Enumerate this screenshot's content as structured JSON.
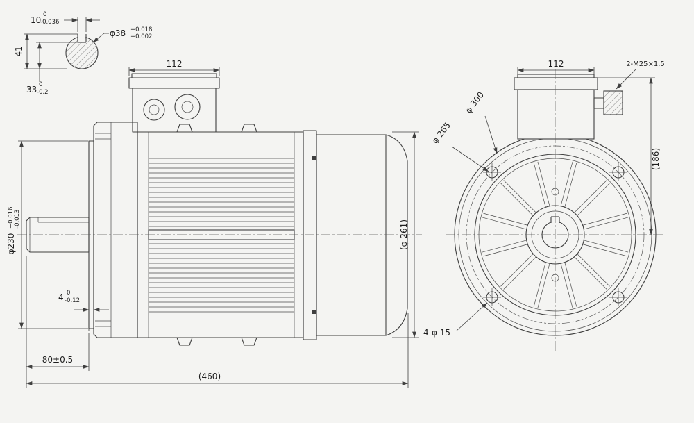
{
  "palette": {
    "background": "#f4f4f2",
    "ink": "#3f3f3f"
  },
  "detail_view": {
    "key_width": {
      "nom": "10",
      "up": "0",
      "low": "-0.036"
    },
    "shaft_dia": {
      "nom": "φ38",
      "up": "+0.018",
      "low": "+0.002"
    },
    "height_over_key": "41",
    "depth_to_flat": {
      "nom": "33",
      "up": "0",
      "low": "-0.2"
    }
  },
  "side_view": {
    "terminal_box_width": "112",
    "spigot_dia": {
      "nom": "φ230",
      "up": "+0.016",
      "low": "-0.013"
    },
    "spigot_step": {
      "nom": "4",
      "up": "0",
      "low": "-0.12"
    },
    "shaft_length": "80±0.5",
    "overall_length": "(460)",
    "frame_dia": "(φ 261)"
  },
  "front_view": {
    "terminal_box_width": "112",
    "gland_spec": "2-M25×1.5",
    "flange_dia": "φ 300",
    "bolt_circle_dia": "φ 265",
    "height_ref": "(186)",
    "bolt_holes": "4-φ 15"
  }
}
